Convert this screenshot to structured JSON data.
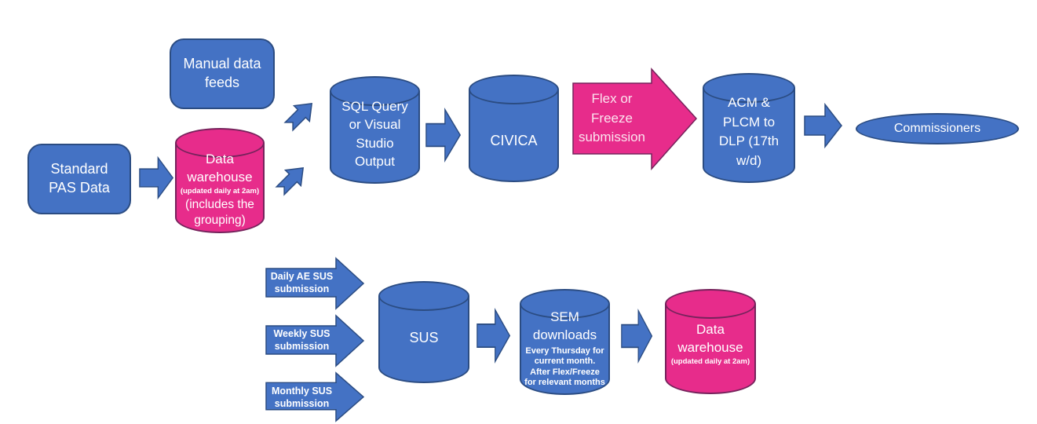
{
  "colors": {
    "blue": "#4472C4",
    "blue_border": "#2B4C82",
    "pink": "#E72C8B",
    "pink_border": "#76235C",
    "white_text": "#FFFFFF",
    "pink_arrow_text": "#FBE4EF",
    "background": "#FFFFFF"
  },
  "nodes": {
    "standard_pas_data": {
      "label": "Standard\nPAS Data"
    },
    "manual_data_feeds": {
      "label": "Manual data\nfeeds"
    },
    "data_warehouse_top": {
      "title": "Data\nwarehouse",
      "subtitle": "(updated daily at 2am)",
      "note": "(includes the\ngrouping)"
    },
    "sql_query": {
      "label": "SQL Query\nor Visual\nStudio\nOutput"
    },
    "civica": {
      "label": "CIVICA"
    },
    "flex_freeze": {
      "label": "Flex or\nFreeze\nsubmission"
    },
    "acm_plcm": {
      "label": "ACM &\nPLCM to\nDLP (17th\nw/d)"
    },
    "commissioners": {
      "label": "Commissioners"
    },
    "daily_sus": {
      "label": "Daily AE SUS\nsubmission"
    },
    "weekly_sus": {
      "label": "Weekly SUS\nsubmission"
    },
    "monthly_sus": {
      "label": "Monthly SUS\nsubmission"
    },
    "sus": {
      "label": "SUS"
    },
    "sem_downloads": {
      "title": "SEM\ndownloads",
      "note": "Every Thursday for\ncurrent month.\nAfter Flex/Freeze\nfor relevant months"
    },
    "data_warehouse_bottom": {
      "title": "Data\nwarehouse",
      "subtitle": "(updated daily at 2am)"
    }
  }
}
